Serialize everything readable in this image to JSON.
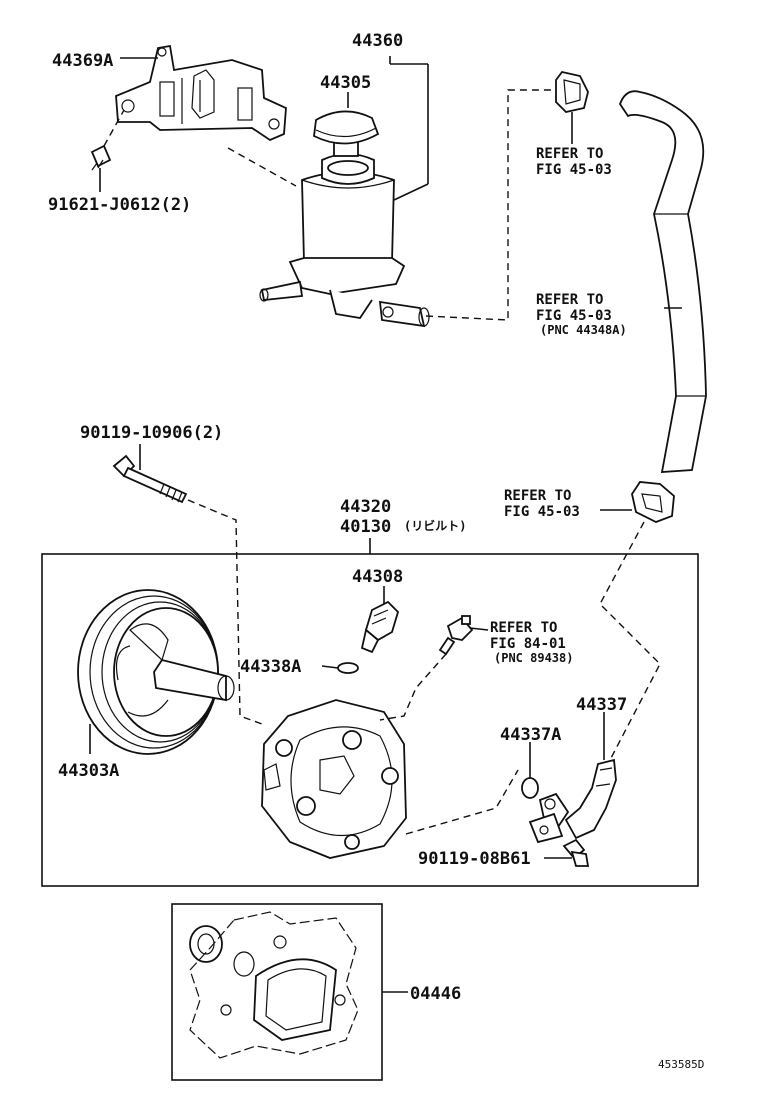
{
  "labels": {
    "p44369a": "44369A",
    "p44360": "44360",
    "p44305": "44305",
    "p91621": "91621-J0612(2)",
    "refer1_line1": "REFER TO",
    "refer1_line2": "FIG 45-03",
    "refer2_line1": "REFER TO",
    "refer2_line2": "FIG 45-03",
    "refer2_line3": "(PNC 44348A)",
    "p90119a": "90119-10906(2)",
    "refer3_line1": "REFER TO",
    "refer3_line2": "FIG 45-03",
    "p44320": "44320",
    "p40130": "40130",
    "p40130_note": "(リビルト)",
    "p44308": "44308",
    "refer4_line1": "REFER TO",
    "refer4_line2": "FIG 84-01",
    "refer4_line3": "(PNC 89438)",
    "p44338a": "44338A",
    "p44337": "44337",
    "p44337a": "44337A",
    "p44303a": "44303A",
    "p90119b": "90119-08B61",
    "p04446": "04446",
    "figure_id": "453585D"
  }
}
